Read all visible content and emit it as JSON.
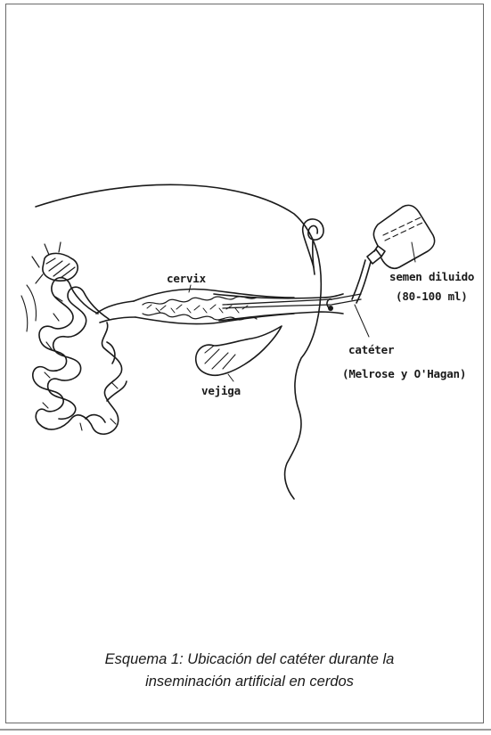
{
  "labels": {
    "cervix": "cervix",
    "semen": "semen diluido",
    "volume": "(80-100 ml)",
    "cateter": "catéter",
    "brand": "(Melrose y O'Hagan)",
    "vejiga": "vejiga"
  },
  "caption": {
    "line1": "Esquema 1: Ubicación del catéter durante la",
    "line2": "inseminación artificial en cerdos"
  },
  "colors": {
    "ink": "#1a1a1a",
    "frame": "#6a6a6a"
  }
}
